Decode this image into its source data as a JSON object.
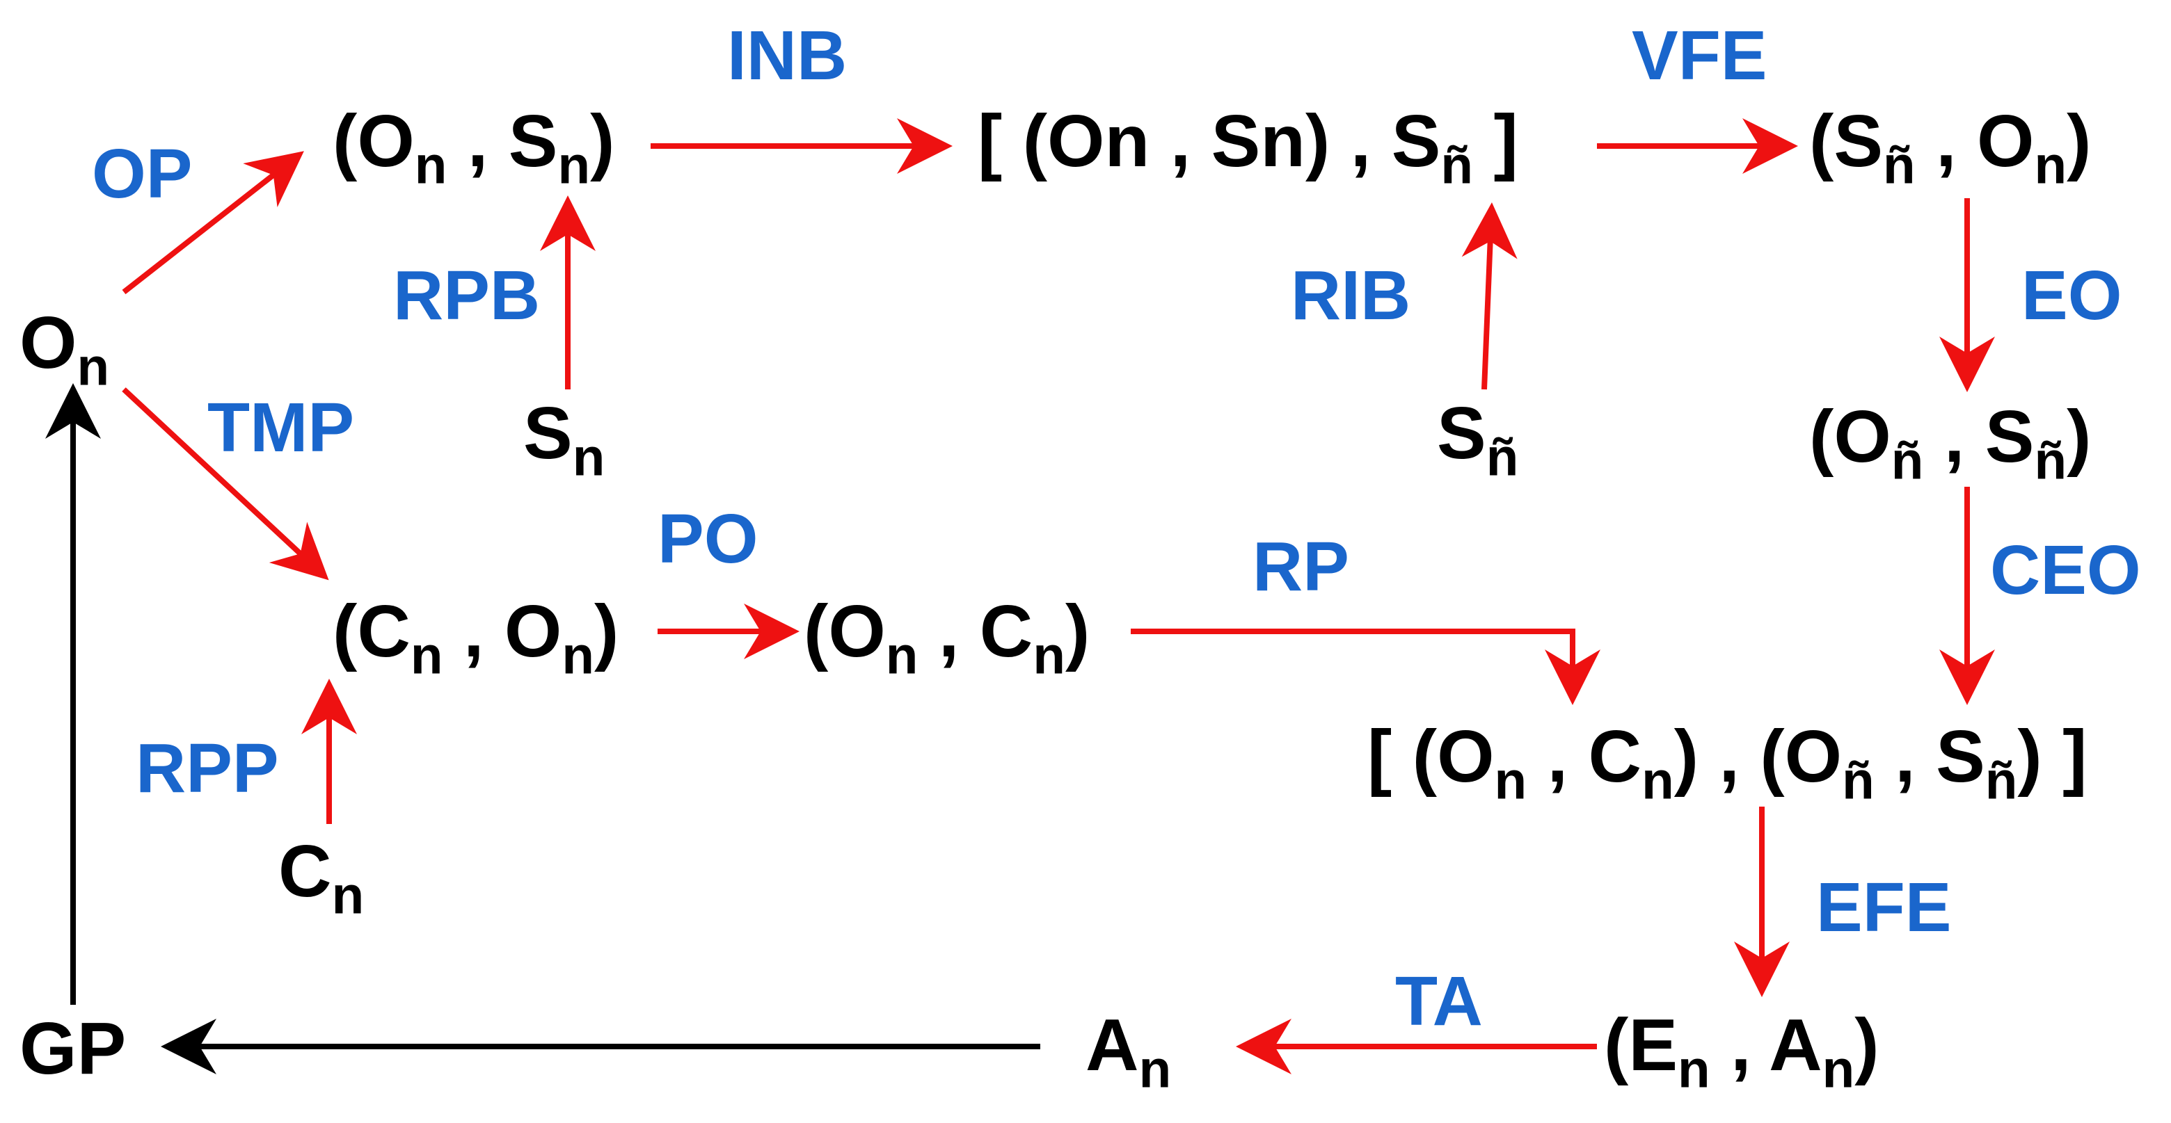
{
  "colors": {
    "node": "#000000",
    "label": "#1a66cc",
    "flow_arrow": "#ee1111",
    "return_arrow": "#000000"
  },
  "nodes": [
    {
      "id": "On",
      "parts": [
        [
          "",
          "O",
          "n"
        ]
      ]
    },
    {
      "id": "OnSn",
      "parts": [
        [
          "(",
          "O",
          "n"
        ],
        [
          " , ",
          "S",
          "n"
        ],
        [
          ")",
          "",
          ""
        ]
      ]
    },
    {
      "id": "Sn",
      "parts": [
        [
          "",
          "S",
          "n"
        ]
      ]
    },
    {
      "id": "Bracket1",
      "parts": [
        [
          "[ (On , Sn) , ",
          "S",
          "ñ"
        ],
        [
          " ]",
          "",
          ""
        ]
      ]
    },
    {
      "id": "Sñ",
      "parts": [
        [
          "",
          "S",
          "ñ"
        ]
      ]
    },
    {
      "id": "SñOn",
      "parts": [
        [
          "(",
          "S",
          "ñ"
        ],
        [
          " , ",
          "O",
          "n"
        ],
        [
          ")",
          "",
          ""
        ]
      ]
    },
    {
      "id": "OñSñ",
      "parts": [
        [
          "(",
          "O",
          "ñ"
        ],
        [
          " , ",
          "S",
          "ñ"
        ],
        [
          ")",
          "",
          ""
        ]
      ]
    },
    {
      "id": "CnOn",
      "parts": [
        [
          "(",
          "C",
          "n"
        ],
        [
          " , ",
          "O",
          "n"
        ],
        [
          ")",
          "",
          ""
        ]
      ]
    },
    {
      "id": "OnCn",
      "parts": [
        [
          "(",
          "O",
          "n"
        ],
        [
          " , ",
          "C",
          "n"
        ],
        [
          ")",
          "",
          ""
        ]
      ]
    },
    {
      "id": "Cn",
      "parts": [
        [
          "",
          "C",
          "n"
        ]
      ]
    },
    {
      "id": "Bracket2",
      "parts": [
        [
          "[ (",
          "O",
          "n"
        ],
        [
          " , ",
          "C",
          "n"
        ],
        [
          ") , (",
          "O",
          "ñ"
        ],
        [
          " , ",
          "S",
          "ñ"
        ],
        [
          ") ]",
          "",
          ""
        ]
      ]
    },
    {
      "id": "EnAn",
      "parts": [
        [
          "(",
          "E",
          "n"
        ],
        [
          " , ",
          "A",
          "n"
        ],
        [
          ")",
          "",
          ""
        ]
      ]
    },
    {
      "id": "An",
      "parts": [
        [
          "",
          "A",
          "n"
        ]
      ]
    },
    {
      "id": "GP",
      "parts": [
        [
          "GP",
          "",
          ""
        ]
      ]
    }
  ],
  "labels": [
    "OP",
    "INB",
    "VFE",
    "RPB",
    "RIB",
    "EO",
    "TMP",
    "PO",
    "RP",
    "CEO",
    "RPP",
    "EFE",
    "TA"
  ]
}
